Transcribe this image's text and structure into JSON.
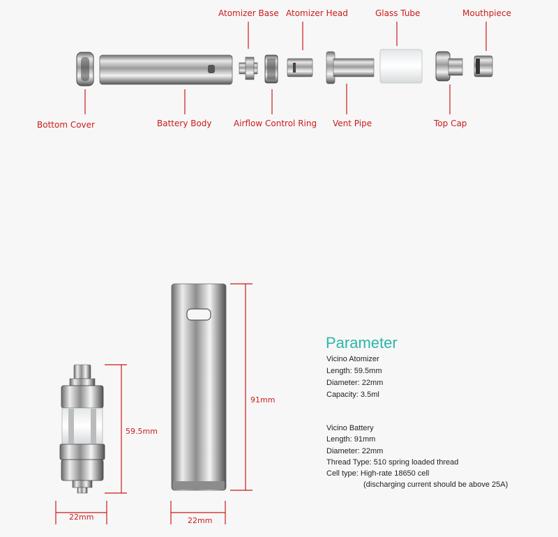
{
  "exploded_labels": {
    "atomizer_base": "Atomizer Base",
    "atomizer_head": "Atomizer Head",
    "glass_tube": "Glass Tube",
    "mouthpiece": "Mouthpiece",
    "bottom_cover": "Bottom Cover",
    "battery_body": "Battery Body",
    "airflow_control_ring": "Airflow Control Ring",
    "vent_pipe": "Vent Pipe",
    "top_cap": "Top Cap"
  },
  "dimensions": {
    "atomizer_height": "59.5mm",
    "atomizer_width": "22mm",
    "battery_height": "91mm",
    "battery_width": "22mm"
  },
  "parameter": {
    "title": "Parameter",
    "atomizer": {
      "name": "Vicino Atomizer",
      "length": "Length: 59.5mm",
      "diameter": "Diameter: 22mm",
      "capacity": "Capacity: 3.5ml"
    },
    "battery": {
      "name": "Vicino Battery",
      "length": "Length: 91mm",
      "diameter": "Diameter: 22mm",
      "thread": "Thread Type: 510 spring loaded thread",
      "cell": "Cell type: High-rate 18650 cell",
      "note": "(discharging current should be above 25A)"
    }
  },
  "colors": {
    "label_red": "#cc1a1a",
    "title_teal": "#2bb6a8"
  }
}
